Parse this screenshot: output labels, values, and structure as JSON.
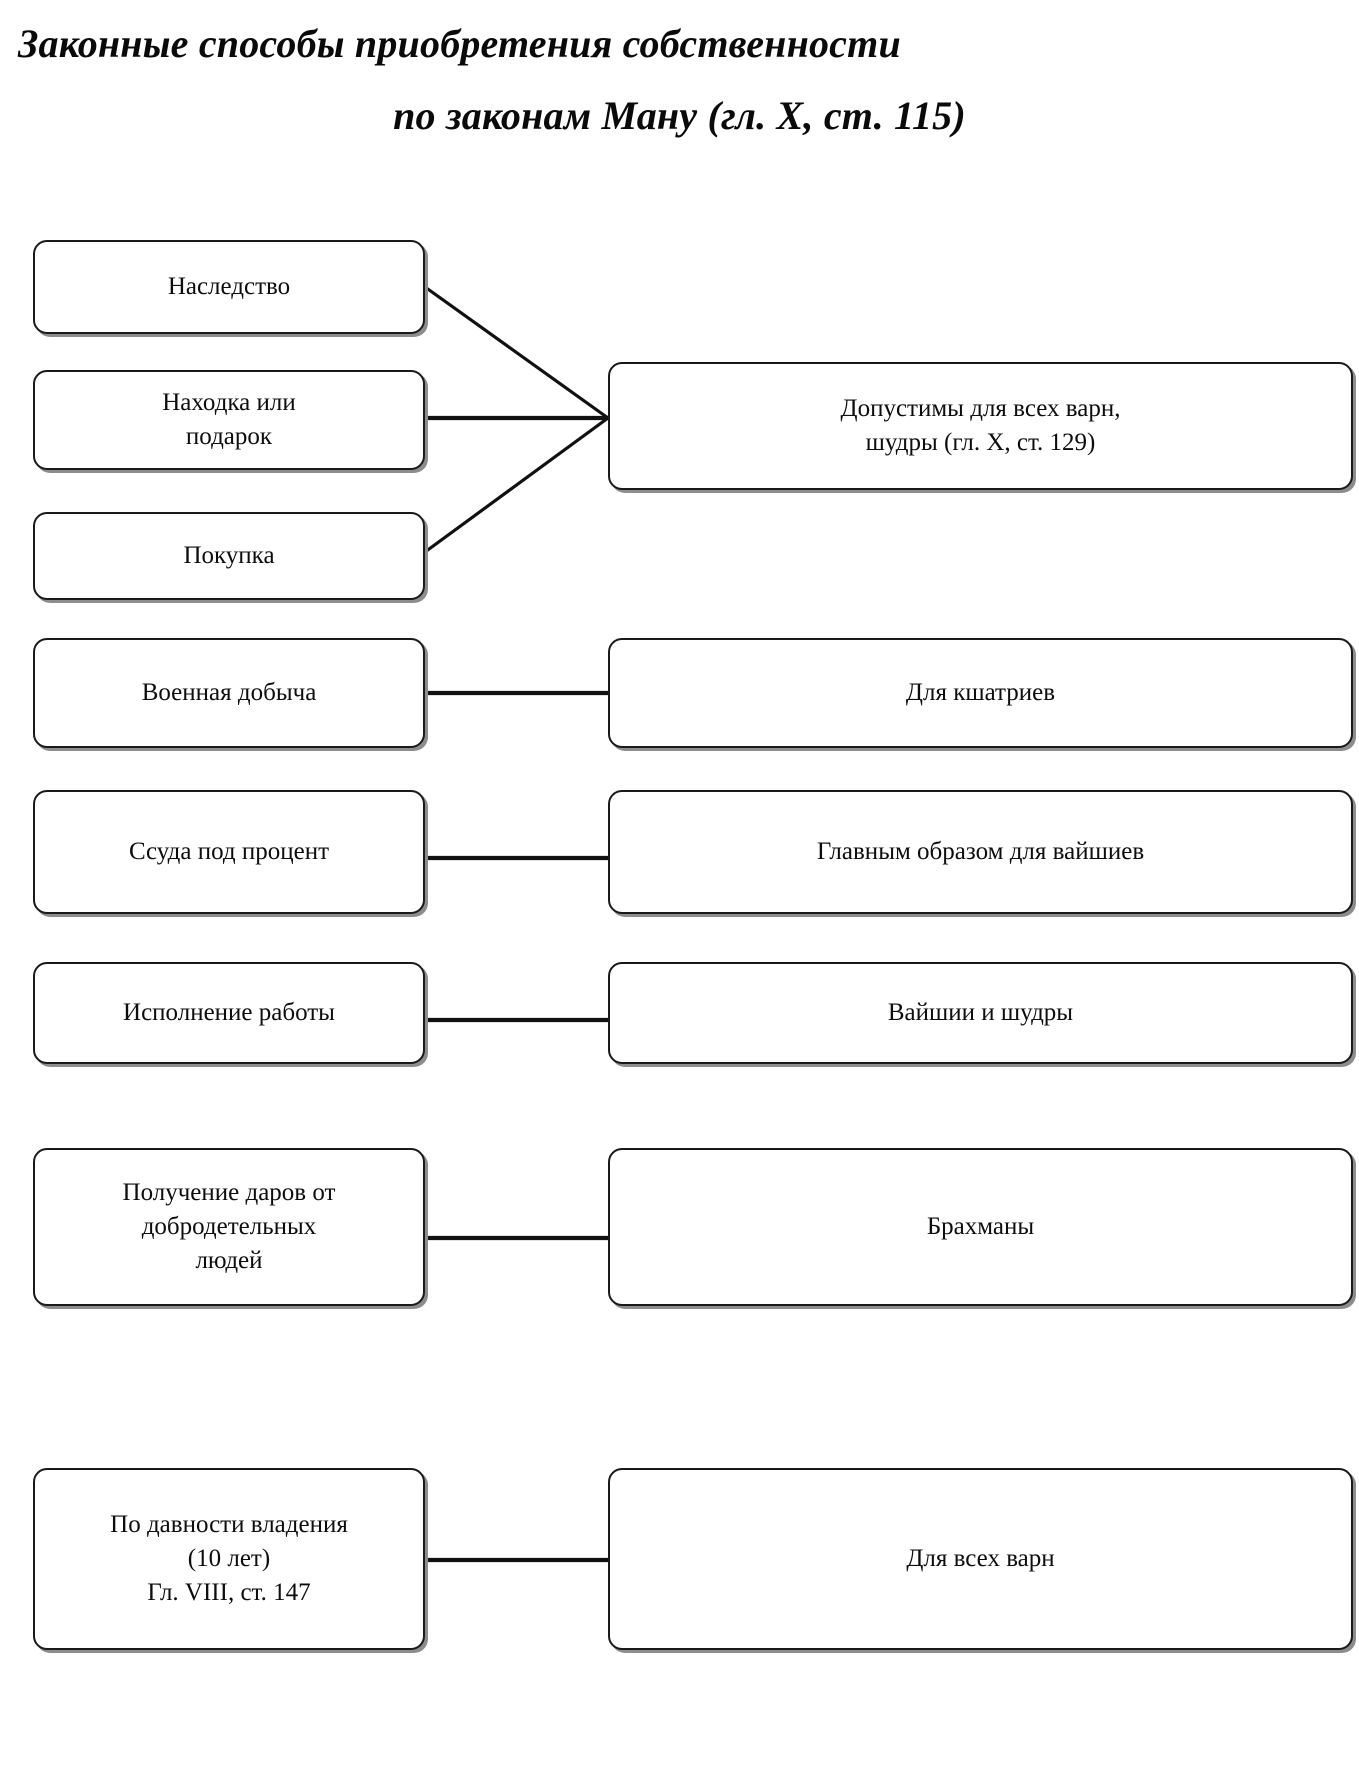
{
  "title": {
    "line1": "Законные способы приобретения собственности",
    "line2": "по законам Ману (гл. X, ст. 115)"
  },
  "colors": {
    "box_border": "#1a1a1a",
    "box_fill": "#ffffff",
    "box_shadow": "#8d8d8d",
    "connector": "#111111",
    "text": "#0d0d0d",
    "background": "#ffffff"
  },
  "diagram": {
    "type": "flowchart",
    "orientation": "left-to-right",
    "groups": [
      {
        "id": "group-1",
        "sources": [
          {
            "id": "nasledstvo",
            "label": "Наследство"
          },
          {
            "id": "nahodka",
            "label": "Находка или\nподарок"
          },
          {
            "id": "pokupka",
            "label": "Покупка"
          }
        ],
        "target": {
          "id": "dopustimy",
          "label": "Допустимы для всех варн,\nшудры (гл. X, ст. 129)"
        }
      },
      {
        "id": "group-2",
        "sources": [
          {
            "id": "voennaya-dobycha",
            "label": "Военная добыча"
          }
        ],
        "target": {
          "id": "dlya-kshatriev",
          "label": "Для кшатриев"
        }
      },
      {
        "id": "group-3",
        "sources": [
          {
            "id": "ssuda",
            "label": "Ссуда под процент"
          }
        ],
        "target": {
          "id": "dlya-vaishiev",
          "label": "Главным образом для вайшиев"
        }
      },
      {
        "id": "group-4",
        "sources": [
          {
            "id": "ispolnenie-raboty",
            "label": "Исполнение работы"
          }
        ],
        "target": {
          "id": "vaishii-shudry",
          "label": "Вайшии и шудры"
        }
      },
      {
        "id": "group-5",
        "sources": [
          {
            "id": "poluchenie-darov",
            "label": "Получение даров от\nдобродетельных\nлюдей"
          }
        ],
        "target": {
          "id": "brahmany",
          "label": "Брахманы"
        }
      },
      {
        "id": "group-6",
        "sources": [
          {
            "id": "po-davnosti",
            "label": "По давности владения\n(10 лет)\nГл. VIII, ст. 147"
          }
        ],
        "target": {
          "id": "dlya-vseh-varn",
          "label": "Для всех варн"
        }
      }
    ]
  }
}
